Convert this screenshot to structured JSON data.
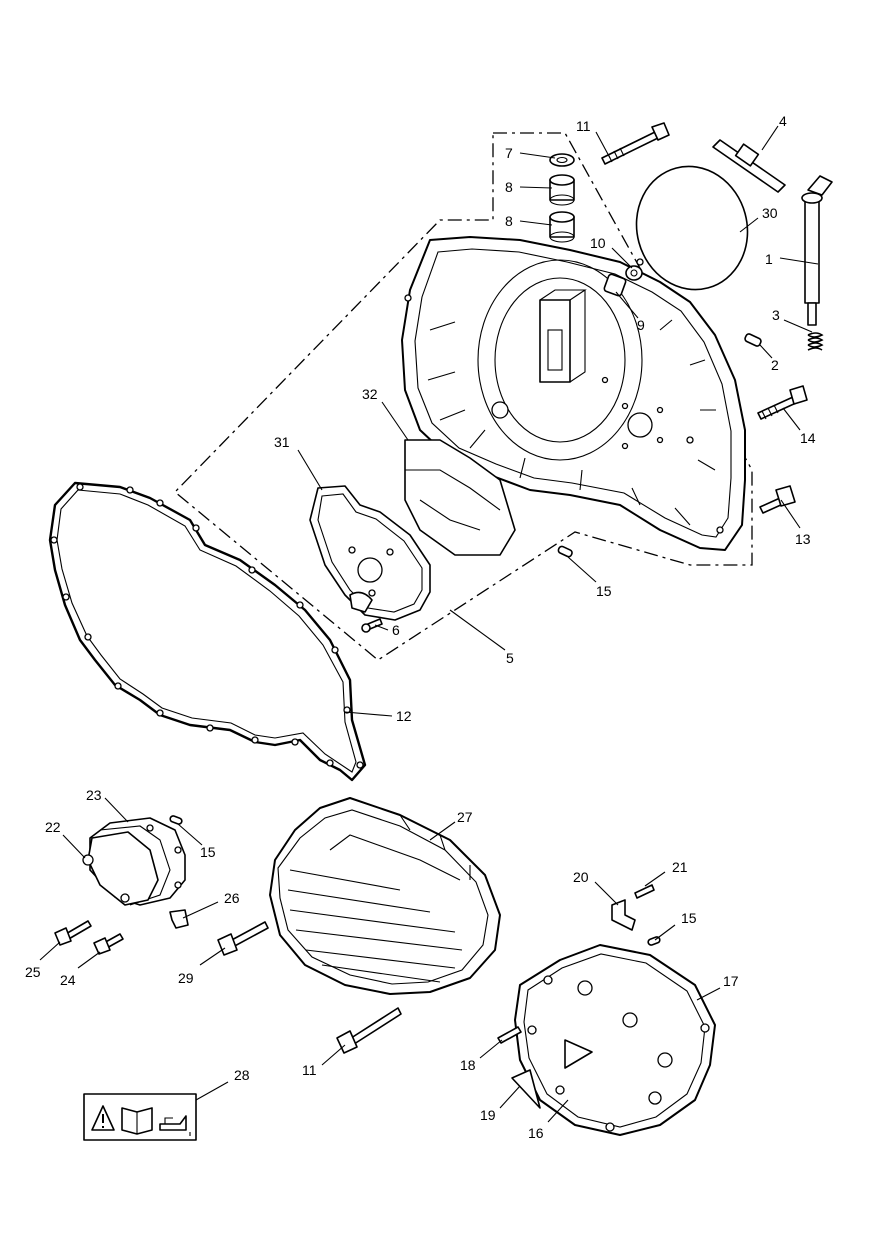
{
  "callouts": [
    {
      "id": "c1",
      "label": "1"
    },
    {
      "id": "c2",
      "label": "2"
    },
    {
      "id": "c3",
      "label": "3"
    },
    {
      "id": "c4",
      "label": "4"
    },
    {
      "id": "c5",
      "label": "5"
    },
    {
      "id": "c6",
      "label": "6"
    },
    {
      "id": "c7",
      "label": "7"
    },
    {
      "id": "c8a",
      "label": "8"
    },
    {
      "id": "c8b",
      "label": "8"
    },
    {
      "id": "c9",
      "label": "9"
    },
    {
      "id": "c10",
      "label": "10"
    },
    {
      "id": "c11a",
      "label": "11"
    },
    {
      "id": "c11b",
      "label": "11"
    },
    {
      "id": "c12",
      "label": "12"
    },
    {
      "id": "c13",
      "label": "13"
    },
    {
      "id": "c14",
      "label": "14"
    },
    {
      "id": "c15a",
      "label": "15"
    },
    {
      "id": "c15b",
      "label": "15"
    },
    {
      "id": "c15c",
      "label": "15"
    },
    {
      "id": "c16",
      "label": "16"
    },
    {
      "id": "c17",
      "label": "17"
    },
    {
      "id": "c18",
      "label": "18"
    },
    {
      "id": "c19",
      "label": "19"
    },
    {
      "id": "c20",
      "label": "20"
    },
    {
      "id": "c21",
      "label": "21"
    },
    {
      "id": "c22",
      "label": "22"
    },
    {
      "id": "c23",
      "label": "23"
    },
    {
      "id": "c24",
      "label": "24"
    },
    {
      "id": "c25",
      "label": "25"
    },
    {
      "id": "c26",
      "label": "26"
    },
    {
      "id": "c27",
      "label": "27"
    },
    {
      "id": "c28",
      "label": "28"
    },
    {
      "id": "c29",
      "label": "29"
    },
    {
      "id": "c30",
      "label": "30"
    },
    {
      "id": "c31",
      "label": "31"
    },
    {
      "id": "c32",
      "label": "32"
    }
  ],
  "icons": {
    "warning_label_icons": [
      "warning-triangle-icon",
      "manual-book-icon",
      "oil-can-icon"
    ]
  }
}
